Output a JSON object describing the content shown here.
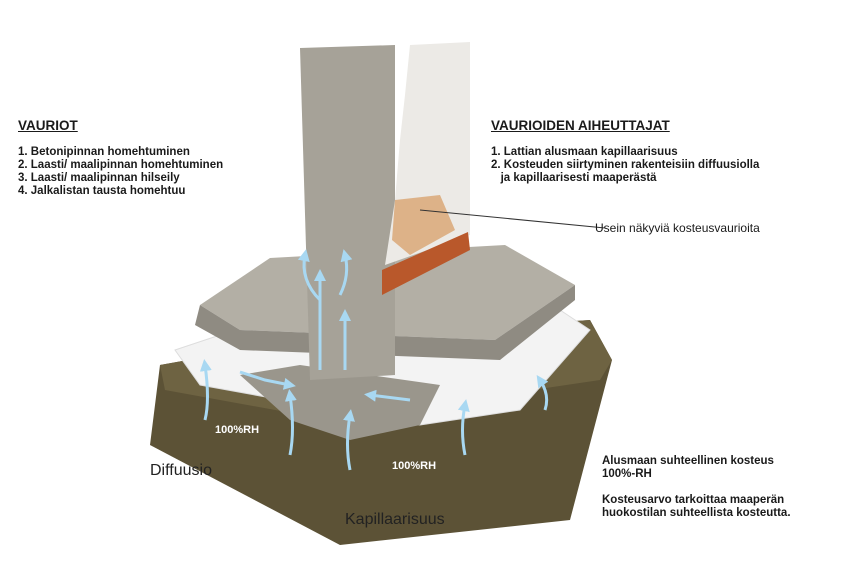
{
  "damages": {
    "title": "VAURIOT",
    "items": [
      "1. Betonipinnan homehtuminen",
      "2. Laasti/ maalipinnan homehtuminen",
      "3. Laasti/ maalipinnan hilseily",
      "4. Jalkalistan tausta homehtuu"
    ]
  },
  "causes": {
    "title": "VAURIOIDEN AIHEUTTAJAT",
    "items": [
      "1. Lattian alusmaan kapillaarisuus",
      "2. Kosteuden siirtyminen rakenteisiin diffuusiolla",
      "   ja kapillaarisesti maaperästä"
    ]
  },
  "callout": "Usein näkyviä kosteusvaurioita",
  "labels": {
    "diffusion": "Diffuusio",
    "capillary": "Kapillaarisuus",
    "rh_left": "100%RH",
    "rh_center": "100%RH"
  },
  "soil_note": {
    "line1": "Alusmaan suhteellinen kosteus",
    "line2": "100%-RH",
    "line3": "Kosteusarvo tarkoittaa maaperän",
    "line4": "huokostilan suhteellista kosteutta."
  },
  "colors": {
    "arrow": "#a8d8f2",
    "concrete": "#a9a59c",
    "soil": "#5c5236",
    "insulation": "#f4f4f4",
    "skirting": "#b9582b"
  }
}
